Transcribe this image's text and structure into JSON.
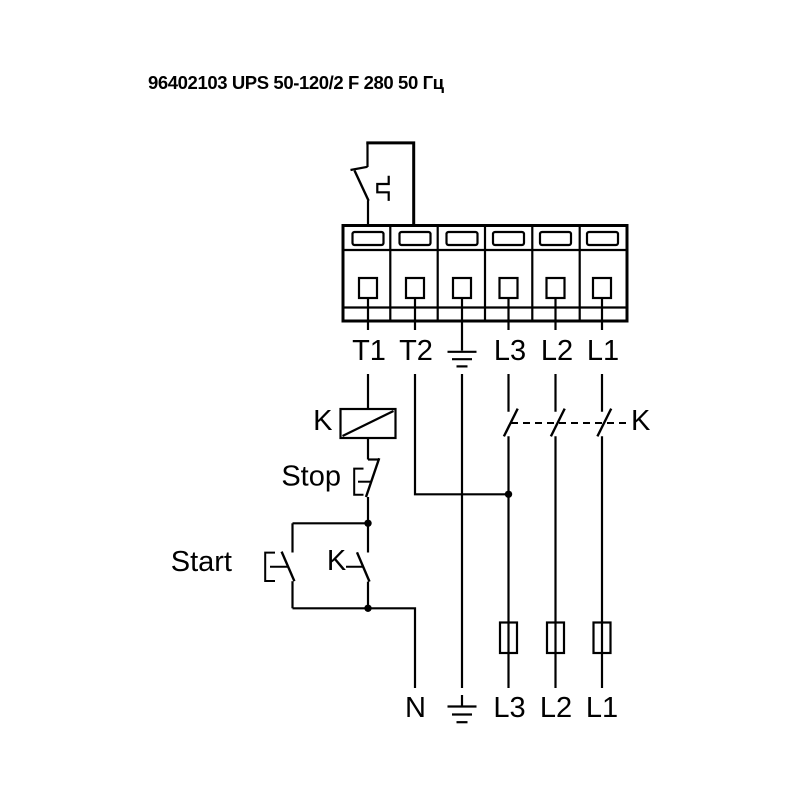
{
  "title": "96402103 UPS 50-120/2 F 280 50 Гц",
  "colors": {
    "line": "#000000",
    "background": "#ffffff"
  },
  "terminal_block": {
    "top_labels": {
      "t1": "T1",
      "t2": "T2",
      "l3": "L3",
      "l2": "L2",
      "l1": "L1"
    }
  },
  "control_circuit": {
    "coil_label": "K",
    "stop_label": "Stop",
    "start_label": "Start",
    "holding_contact_label": "K"
  },
  "power_circuit": {
    "contactor_label": "K"
  },
  "supply": {
    "neutral": "N",
    "l3": "L3",
    "l2": "L2",
    "l1": "L1"
  }
}
